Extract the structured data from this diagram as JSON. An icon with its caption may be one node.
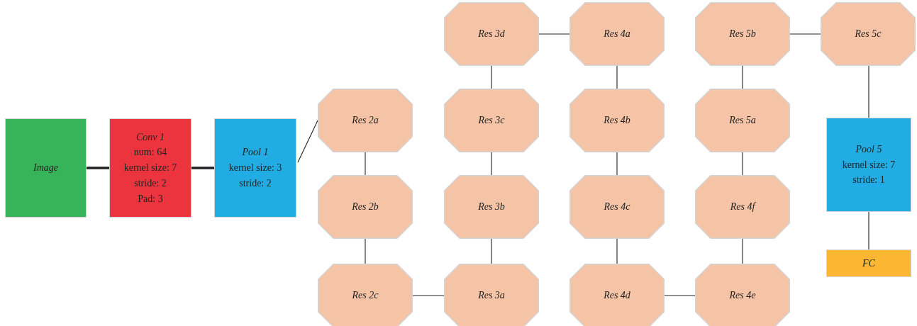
{
  "diagram": {
    "nodes": [
      {
        "text": [
          "Image"
        ]
      },
      {
        "text": [
          "Conv 1",
          "num: 64",
          "kernel size: 7",
          "stride: 2",
          "Pad: 3"
        ]
      },
      {
        "text": [
          "Pool 1",
          "kernel size: 3",
          "stride: 2"
        ]
      },
      {
        "text": [
          "Res 2a"
        ]
      },
      {
        "text": [
          "Res 2b"
        ]
      },
      {
        "text": [
          "Res 2c"
        ]
      },
      {
        "text": [
          "Res 3a"
        ]
      },
      {
        "text": [
          "Res 3b"
        ]
      },
      {
        "text": [
          "Res 3c"
        ]
      },
      {
        "text": [
          "Res 3d"
        ]
      },
      {
        "text": [
          "Res 4a"
        ]
      },
      {
        "text": [
          "Res 4b"
        ]
      },
      {
        "text": [
          "Res 4c"
        ]
      },
      {
        "text": [
          "Res 4d"
        ]
      },
      {
        "text": [
          "Res 4e"
        ]
      },
      {
        "text": [
          "Res 4f"
        ]
      },
      {
        "text": [
          "Res 5a"
        ]
      },
      {
        "text": [
          "Res 5b"
        ]
      },
      {
        "text": [
          "Res 5c"
        ]
      },
      {
        "text": [
          "Pool 5",
          "kernel size: 7",
          "stride: 1"
        ]
      },
      {
        "text": [
          "FC"
        ]
      }
    ],
    "edges": [
      {
        "from": 0,
        "to": 1,
        "arrow": "none",
        "style": "thick"
      },
      {
        "from": 1,
        "to": 2,
        "arrow": "none",
        "style": "thick"
      },
      {
        "from": 2,
        "to": 3,
        "arrow": "none"
      },
      {
        "from": 3,
        "to": 4,
        "arrow": "none"
      },
      {
        "from": 4,
        "to": 5,
        "arrow": "none"
      },
      {
        "from": 5,
        "to": 6,
        "arrow": "none"
      },
      {
        "from": 6,
        "to": 7,
        "arrow": "none"
      },
      {
        "from": 7,
        "to": 8,
        "arrow": "none"
      },
      {
        "from": 8,
        "to": 9,
        "arrow": "none"
      },
      {
        "from": 9,
        "to": 10,
        "arrow": "none"
      },
      {
        "from": 10,
        "to": 11,
        "arrow": "none"
      },
      {
        "from": 11,
        "to": 12,
        "arrow": "none"
      },
      {
        "from": 12,
        "to": 13,
        "arrow": "none"
      },
      {
        "from": 13,
        "to": 14,
        "arrow": "none"
      },
      {
        "from": 14,
        "to": 15,
        "arrow": "none"
      },
      {
        "from": 15,
        "to": 16,
        "arrow": "none"
      },
      {
        "from": 16,
        "to": 17,
        "arrow": "none"
      },
      {
        "from": 17,
        "to": 18,
        "arrow": "none"
      },
      {
        "from": 18,
        "to": 19,
        "arrow": "none"
      },
      {
        "from": 19,
        "to": 20,
        "arrow": "none"
      }
    ]
  }
}
